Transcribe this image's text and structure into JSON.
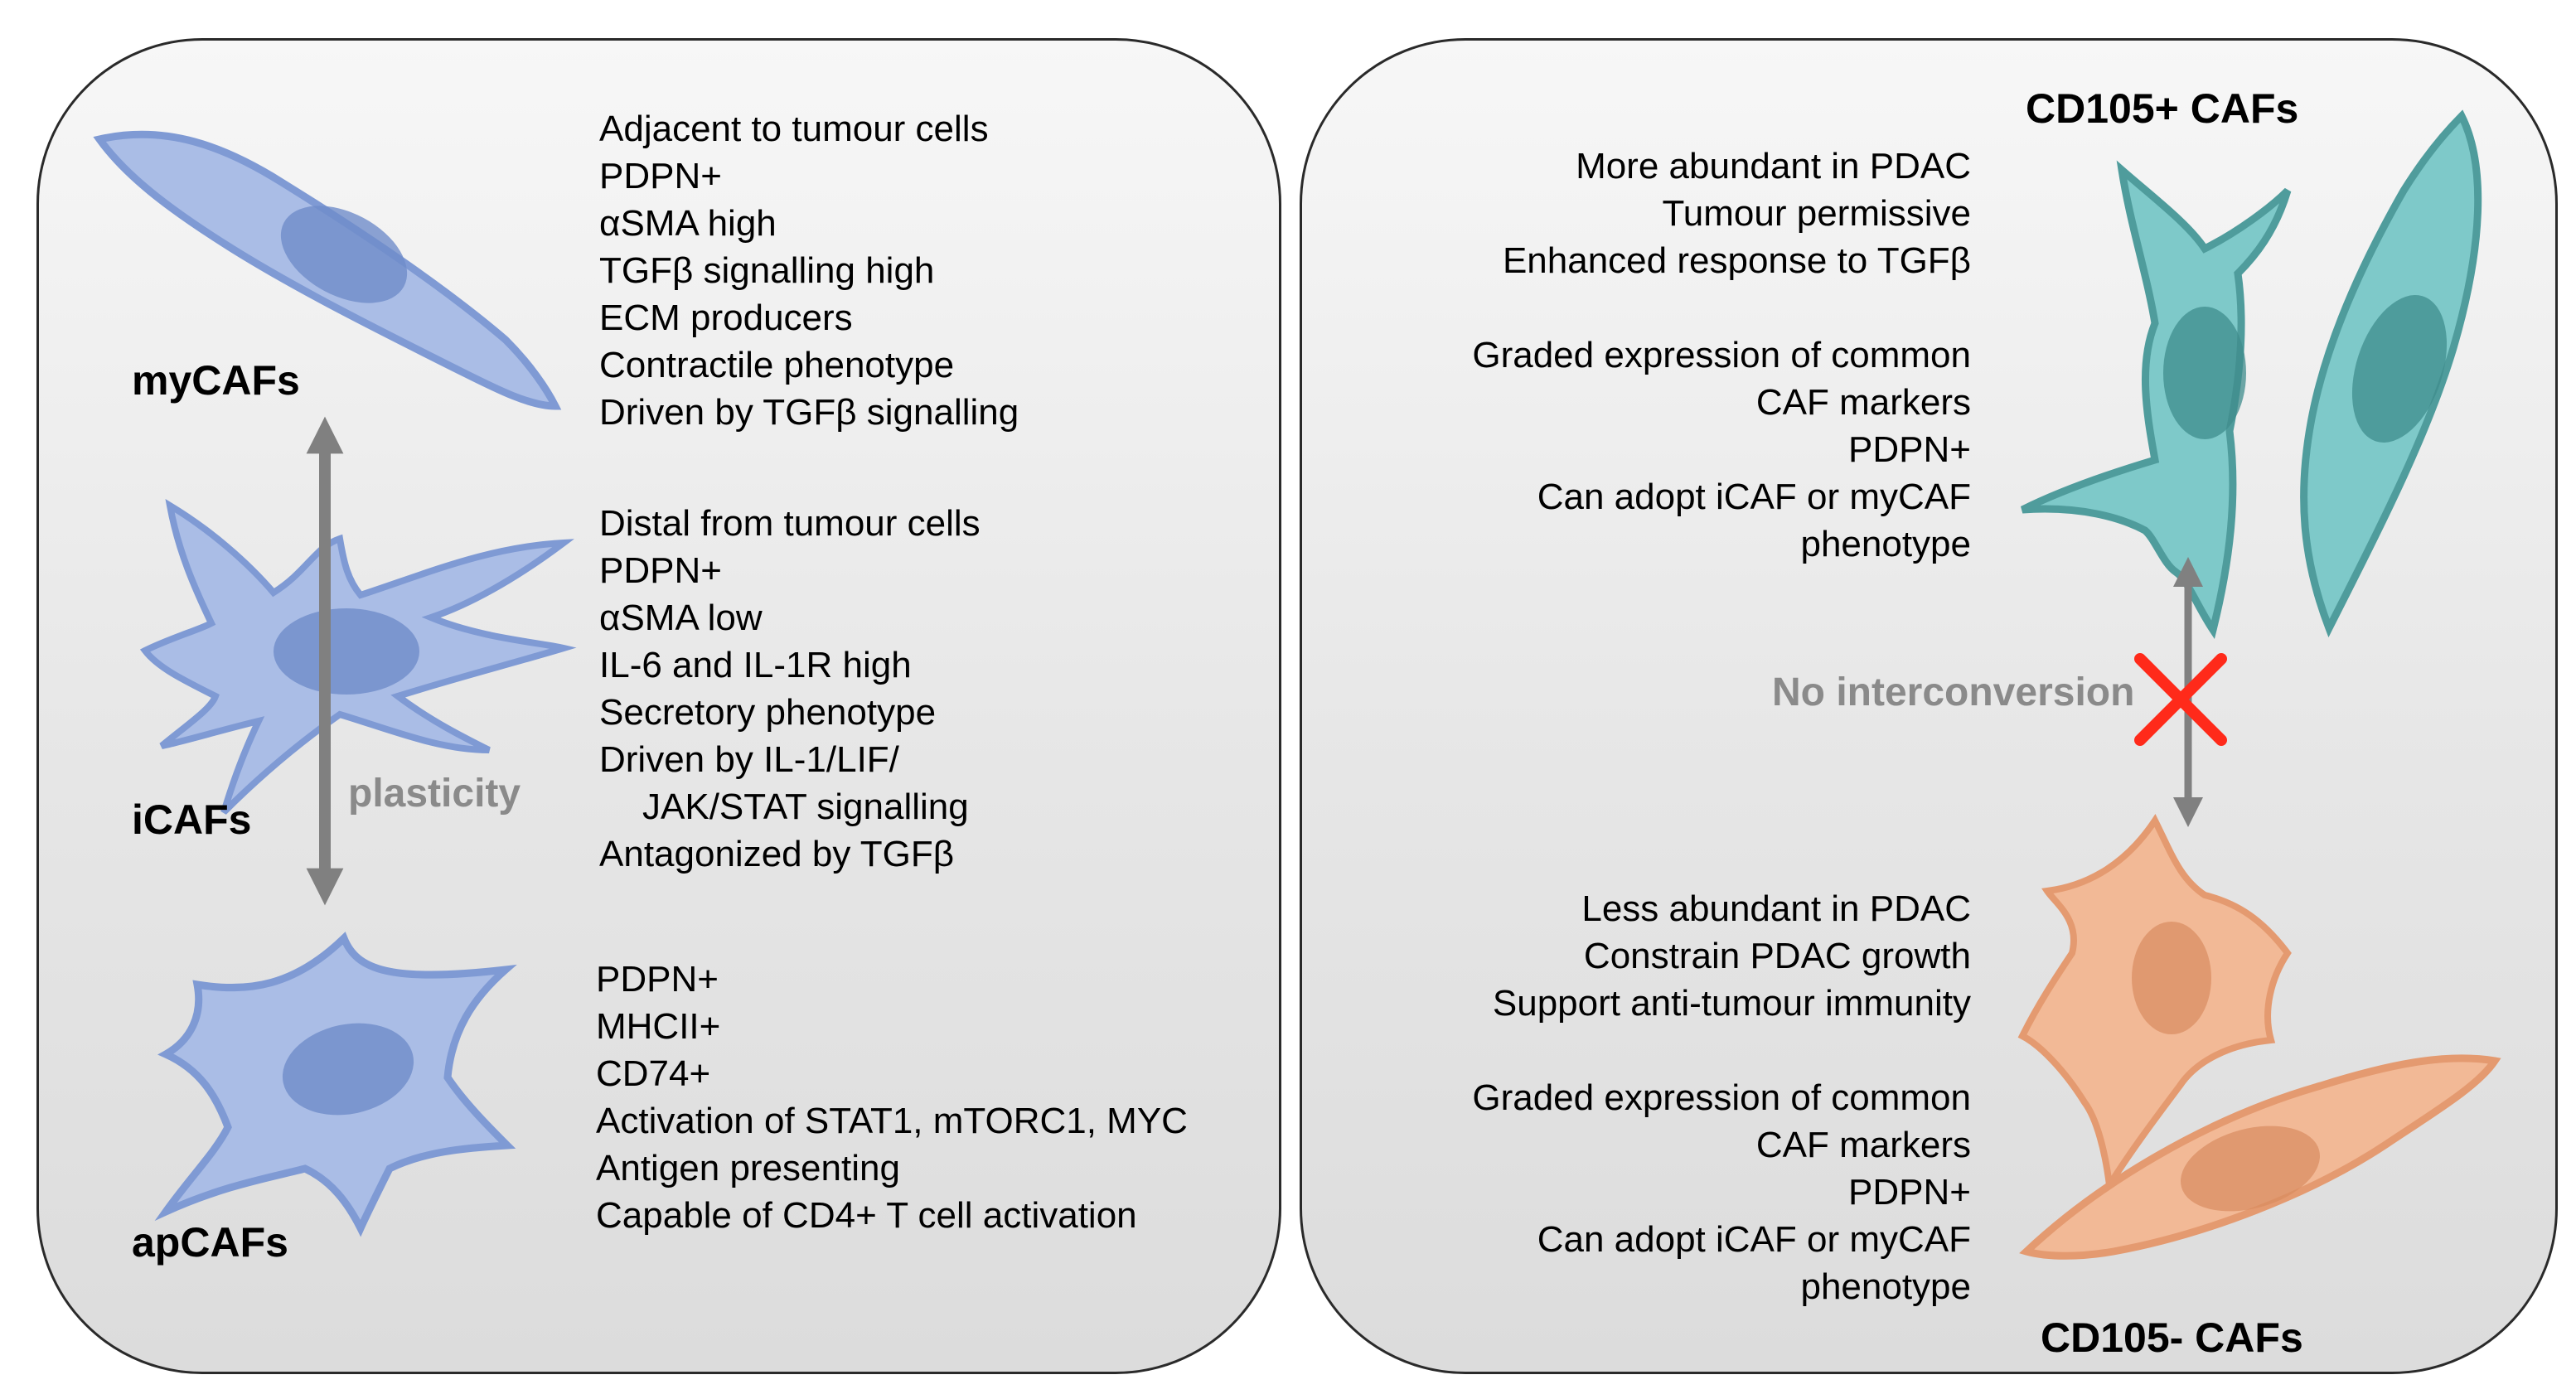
{
  "left_panel": {
    "mycafs": {
      "label": "myCAFs",
      "lines": [
        "Adjacent to tumour cells",
        "PDPN+",
        "αSMA high",
        "TGFβ signalling high",
        "ECM producers",
        "Contractile phenotype",
        "Driven by TGFβ signalling"
      ]
    },
    "icafs": {
      "label": "iCAFs",
      "lines": [
        "Distal from tumour cells",
        "PDPN+",
        "αSMA low",
        "IL-6 and IL-1R high",
        "Secretory phenotype",
        "Driven by IL-1/LIF/",
        "JAK/STAT signalling",
        "Antagonized by TGFβ"
      ]
    },
    "apcafs": {
      "label": "apCAFs",
      "lines": [
        "PDPN+",
        "MHCII+",
        "CD74+",
        "Activation of STAT1, mTORC1, MYC",
        "Antigen presenting",
        "Capable of CD4+ T cell activation"
      ]
    },
    "plasticity_label": "plasticity"
  },
  "right_panel": {
    "cd105_pos": {
      "label": "CD105+ CAFs",
      "lines_a": [
        "More abundant in PDAC",
        "Tumour permissive",
        "Enhanced response to TGFβ"
      ],
      "lines_b": [
        "Graded expression of common",
        "CAF markers",
        "PDPN+",
        "Can adopt iCAF or myCAF",
        "phenotype"
      ]
    },
    "cd105_neg": {
      "label": "CD105- CAFs",
      "lines_a": [
        "Less abundant in PDAC",
        "Constrain PDAC growth",
        "Support anti-tumour immunity"
      ],
      "lines_b": [
        "Graded expression of common",
        "CAF markers",
        "PDPN+",
        "Can adopt iCAF or myCAF",
        "phenotype"
      ]
    },
    "no_interconversion_label": "No interconversion"
  },
  "colors": {
    "blue_fill": "#aabde6",
    "blue_edge": "#7f9ad4",
    "blue_nucleus": "#6f8cc9",
    "teal_fill": "#7ec9c9",
    "teal_edge": "#4f9c9c",
    "teal_nucleus": "#3f8c8c",
    "orange_fill": "#f2b996",
    "orange_edge": "#e49a70",
    "orange_nucleus": "#d98b60",
    "arrow_gray": "#808080",
    "cross_red": "#ff2a1a"
  }
}
